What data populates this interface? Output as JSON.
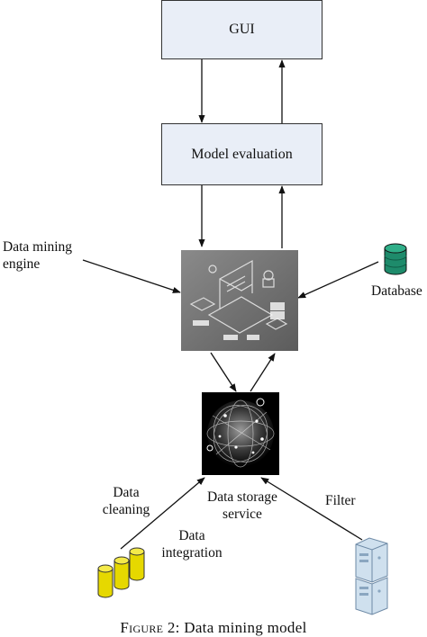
{
  "diagram": {
    "nodes": {
      "gui": "GUI",
      "model_evaluation": "Model evaluation",
      "data_mining_engine": [
        "Data mining",
        "engine"
      ],
      "database": "Database",
      "data_storage_service": [
        "Data storage",
        "service"
      ],
      "filter": "Filter",
      "data_cleaning": [
        "Data",
        "cleaning"
      ],
      "data_integration": [
        "Data",
        "integration"
      ]
    },
    "caption": {
      "figure_label": "Figure 2:",
      "title": "Data mining model"
    }
  },
  "colors": {
    "box_fill": "#e9eef7",
    "box_border": "#333333",
    "arrow": "#111111",
    "database_fill": "#1e8b6b",
    "cylinder_fill": "#e6d800",
    "server_fill": "#cfe0ee"
  }
}
